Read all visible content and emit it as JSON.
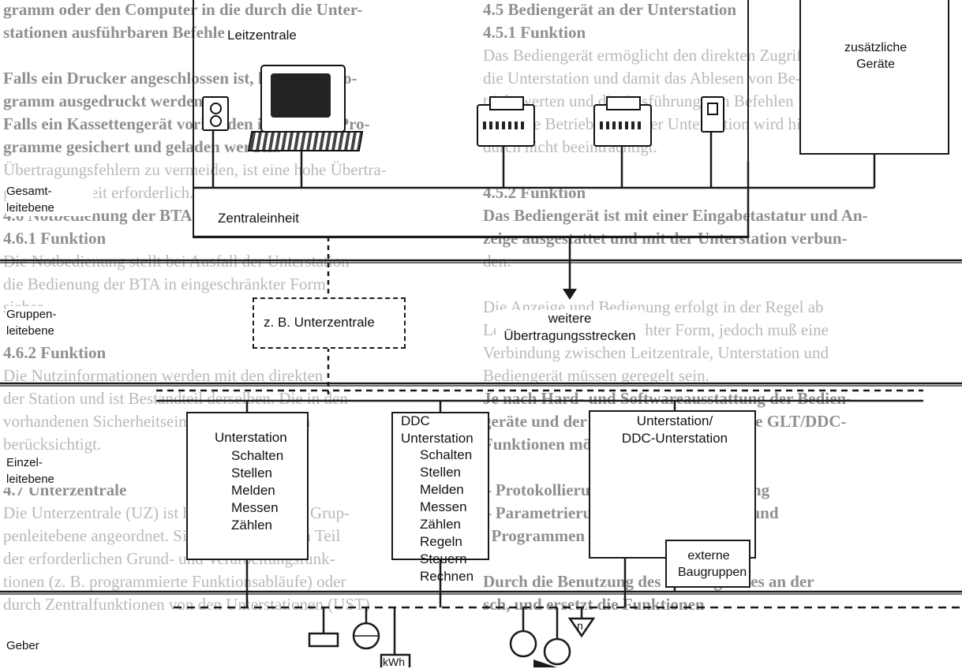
{
  "background_text": {
    "left": [
      {
        "text": "gramm oder den Computer in die durch die Unter-",
        "bold": true
      },
      {
        "text": "stationen ausführbaren Befehle",
        "bold": true
      },
      {
        "text": "",
        "bold": false
      },
      {
        "text": "Falls ein Drucker angeschlossen ist, kann das Pro-",
        "bold": true
      },
      {
        "text": "gramm ausgedruckt werden.",
        "bold": true
      },
      {
        "text": "Falls ein Kassettengerät vorhanden ist, können Pro-",
        "bold": true
      },
      {
        "text": "gramme gesichert und geladen werden.",
        "bold": true
      },
      {
        "text": "Übertragungsfehlern zu vermeiden, ist eine hohe Übertra-",
        "bold": false
      },
      {
        "text": "gungssicherheit erforderlich.",
        "bold": false
      },
      {
        "text": "4.6 Notbedienung der BTA",
        "bold": true
      },
      {
        "text": "4.6.1 Funktion",
        "bold": true
      },
      {
        "text": "Die Notbedienung stellt bei Ausfall der Unterstation",
        "bold": false
      },
      {
        "text": "die Bedienung der BTA in eingeschränkter Form",
        "bold": false
      },
      {
        "text": "sicher.",
        "bold": false
      },
      {
        "text": "",
        "bold": false
      },
      {
        "text": "4.6.2 Funktion",
        "bold": true
      },
      {
        "text": "Die Nutzinformationen werden mit den direkten",
        "bold": false
      },
      {
        "text": "der Station und ist Bestandteil derselben. Die in den",
        "bold": false
      },
      {
        "text": "vorhandenen Sicherheitseinrichtungen werden",
        "bold": false
      },
      {
        "text": "berücksichtigt.",
        "bold": false
      },
      {
        "text": "",
        "bold": false
      },
      {
        "text": "4.7 Unterzentrale",
        "bold": true
      },
      {
        "text": "Die Unterzentrale (UZ) ist hierarchisch in der Grup-",
        "bold": false
      },
      {
        "text": "penleitebene angeordnet. Sie übernimmt einen Teil",
        "bold": false
      },
      {
        "text": "der erforderlichen Grund- und Verarbeitungsfunk-",
        "bold": false
      },
      {
        "text": "tionen (z. B. programmierte Funktionsabläufe) oder",
        "bold": false
      },
      {
        "text": "durch Zentralfunktionen von den Unterstationen (UST)",
        "bold": false
      }
    ],
    "right": [
      {
        "text": "4.5 Bediengerät an der Unterstation",
        "bold": true
      },
      {
        "text": "4.5.1 Funktion",
        "bold": true
      },
      {
        "text": "Das Bediengerät ermöglicht den direkten Zugriff auf",
        "bold": false
      },
      {
        "text": "die Unterstation und damit das Ablesen von Be-",
        "bold": false
      },
      {
        "text": "triebswerten und die Ausführung von Befehlen",
        "bold": false
      },
      {
        "text": "usw. Die Betriebsweise der Unterstation wird hier-",
        "bold": false
      },
      {
        "text": "durch nicht beeinträchtigt.",
        "bold": false
      },
      {
        "text": "",
        "bold": false
      },
      {
        "text": "4.5.2 Funktion",
        "bold": true
      },
      {
        "text": "Das Bediengerät ist mit einer Eingabetastatur und An-",
        "bold": true
      },
      {
        "text": "zeige ausgestattet und mit der Unterstation verbun-",
        "bold": true
      },
      {
        "text": "den.",
        "bold": false
      },
      {
        "text": "",
        "bold": false
      },
      {
        "text": "Die Anzeige und Bedienung erfolgt in der Regel ab",
        "bold": false
      },
      {
        "text": "Leitzentrale in vereinfachter Form, jedoch muß eine",
        "bold": false
      },
      {
        "text": "Verbindung zwischen Leitzentrale, Unterstation und",
        "bold": false
      },
      {
        "text": "Bediengerät müssen geregelt sein.",
        "bold": false
      },
      {
        "text": "Je nach Hard- und Softwareausstattung der Bedien-",
        "bold": true
      },
      {
        "text": "geräte und der UST sind weitergehende GLT/DDC-",
        "bold": true
      },
      {
        "text": "Funktionen möglich, z. B.:",
        "bold": true
      },
      {
        "text": "",
        "bold": false
      },
      {
        "text": "– Protokollierung, Tendenzaufzeichnung",
        "bold": true
      },
      {
        "text": "– Parametrierung von Informationen und",
        "bold": true
      },
      {
        "text": "  Programmen",
        "bold": true
      },
      {
        "text": "",
        "bold": false
      },
      {
        "text": "Durch die Benutzung des Bediengerätes an der",
        "bold": true
      },
      {
        "text": "sch, und ersetzt die Funktionen",
        "bold": true
      }
    ]
  },
  "levels": {
    "gesamt": "Gesamt-\nleitebene",
    "gruppen": "Gruppen-\nleitebene",
    "einzel": "Einzel-\nleitebene",
    "geber": "Geber"
  },
  "leitzentrale": {
    "title": "Leitzentrale",
    "zentraleinheit": "Zentraleinheit"
  },
  "zusaetzliche": "zusätzliche\nGeräte",
  "unterzentrale": "z. B. Unterzentrale",
  "weitere": "weitere\nÜbertragungsstrecken",
  "unterstation": {
    "title": "Unterstation",
    "functions": [
      "Schalten",
      "Stellen",
      "Melden",
      "Messen",
      "Zählen"
    ]
  },
  "ddc_unterstation": {
    "title": "DDC\nUnterstation",
    "functions": [
      "Schalten",
      "Stellen",
      "Melden",
      "Messen",
      "Zählen",
      "Regeln",
      "Steuern",
      "Rechnen"
    ]
  },
  "unterstation_ddc": {
    "title": "Unterstation/\nDDC-Unterstation"
  },
  "externe": "externe\nBaugruppen",
  "sensors": {
    "kwh": "kWh",
    "n": "n"
  },
  "icons": [
    "computer-terminal-icon",
    "tape-drive-icon",
    "printer-icon",
    "cassette-device-icon",
    "valve-icon",
    "meter-icon"
  ]
}
